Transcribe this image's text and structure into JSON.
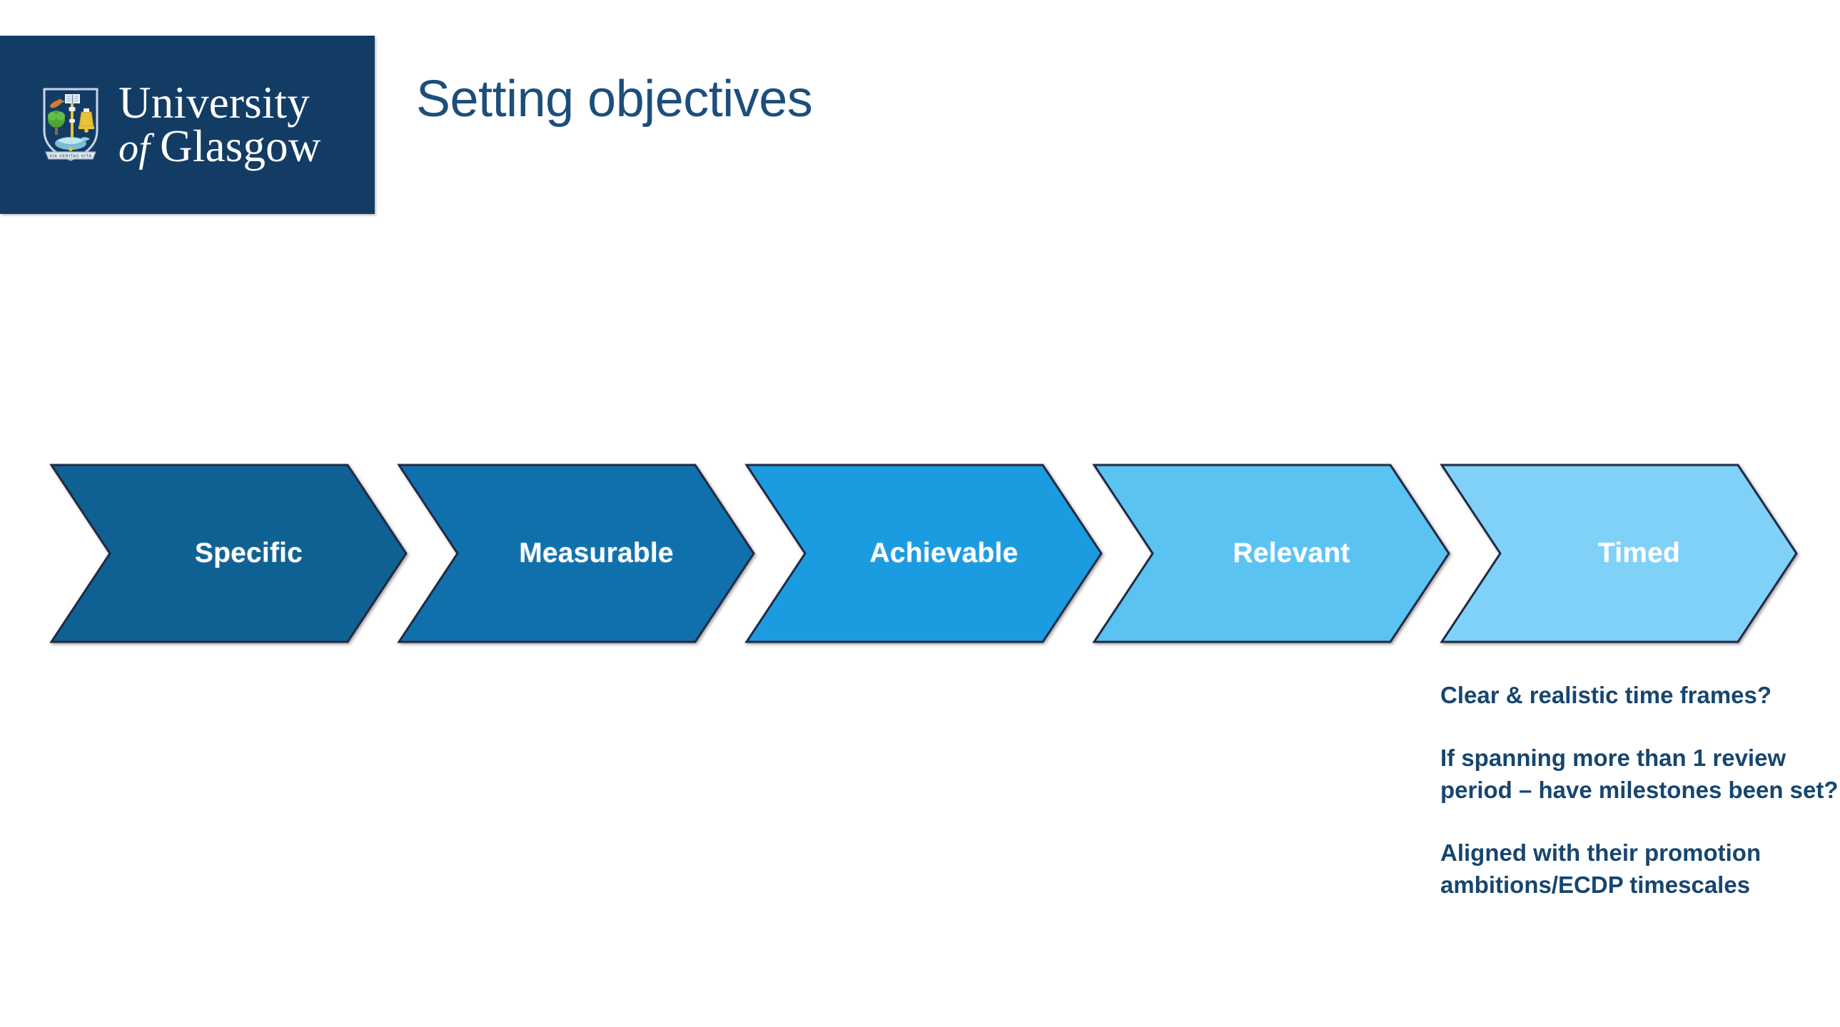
{
  "slide": {
    "background_color": "#FFFFFF",
    "title": "Setting objectives",
    "title_color": "#1C4E7C"
  },
  "logo": {
    "block_color": "#133C65",
    "crest_alt": "university-crest",
    "line1": "University",
    "line2_prefix": "of ",
    "line2_main": "Glasgow",
    "motto": "VIA VERITAS VITA"
  },
  "process": {
    "type": "chevron-flow",
    "steps": [
      {
        "label": "Specific",
        "fill": "#0E6192",
        "stroke": "#1F2B45",
        "text_color": "#FFFFFF"
      },
      {
        "label": "Measurable",
        "fill": "#1070AC",
        "stroke": "#1F2B45",
        "text_color": "#FFFFFF"
      },
      {
        "label": "Achievable",
        "fill": "#1B9BE0",
        "stroke": "#1F2B45",
        "text_color": "#FFFFFF"
      },
      {
        "label": "Relevant",
        "fill": "#5AC3F2",
        "stroke": "#1F2B45",
        "text_color": "#FFFFFF"
      },
      {
        "label": "Timed",
        "fill": "#7FD1F7",
        "stroke": "#1F2B45",
        "text_color": "#FFFFFF"
      }
    ]
  },
  "notes": {
    "color": "#17466F",
    "items": [
      "Clear & realistic time frames?",
      "If spanning more than 1 review period – have milestones been set?",
      "Aligned with their promotion ambitions/ECDP timescales"
    ]
  }
}
